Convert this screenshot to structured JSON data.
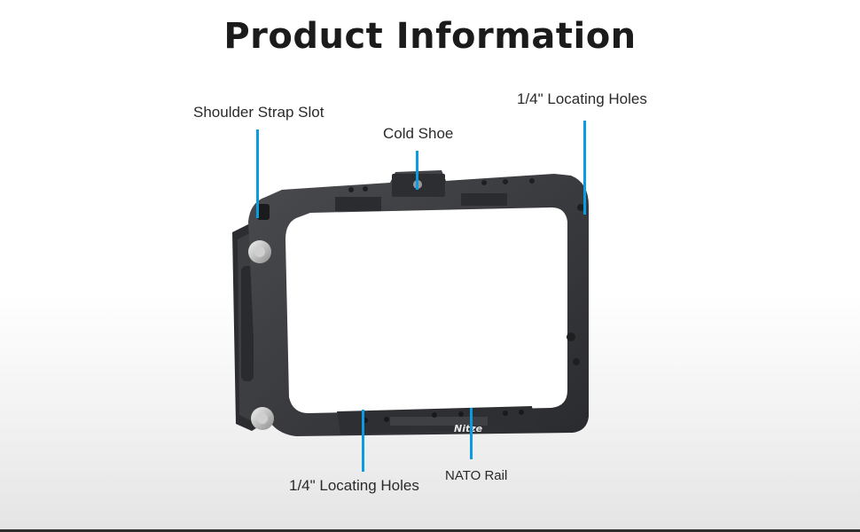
{
  "page": {
    "title": "Product Information"
  },
  "callouts": {
    "shoulder_strap_slot": "Shoulder Strap Slot",
    "cold_shoe": "Cold Shoe",
    "locating_holes_top": "1/4\" Locating Holes",
    "locating_holes_bottom": "1/4\" Locating Holes",
    "nato_rail": "NATO Rail"
  },
  "product": {
    "brand_mark": "Nitze"
  },
  "colors": {
    "leader_line": "#0a9be0",
    "frame": "#3a3b3e",
    "background": "#ffffff"
  }
}
